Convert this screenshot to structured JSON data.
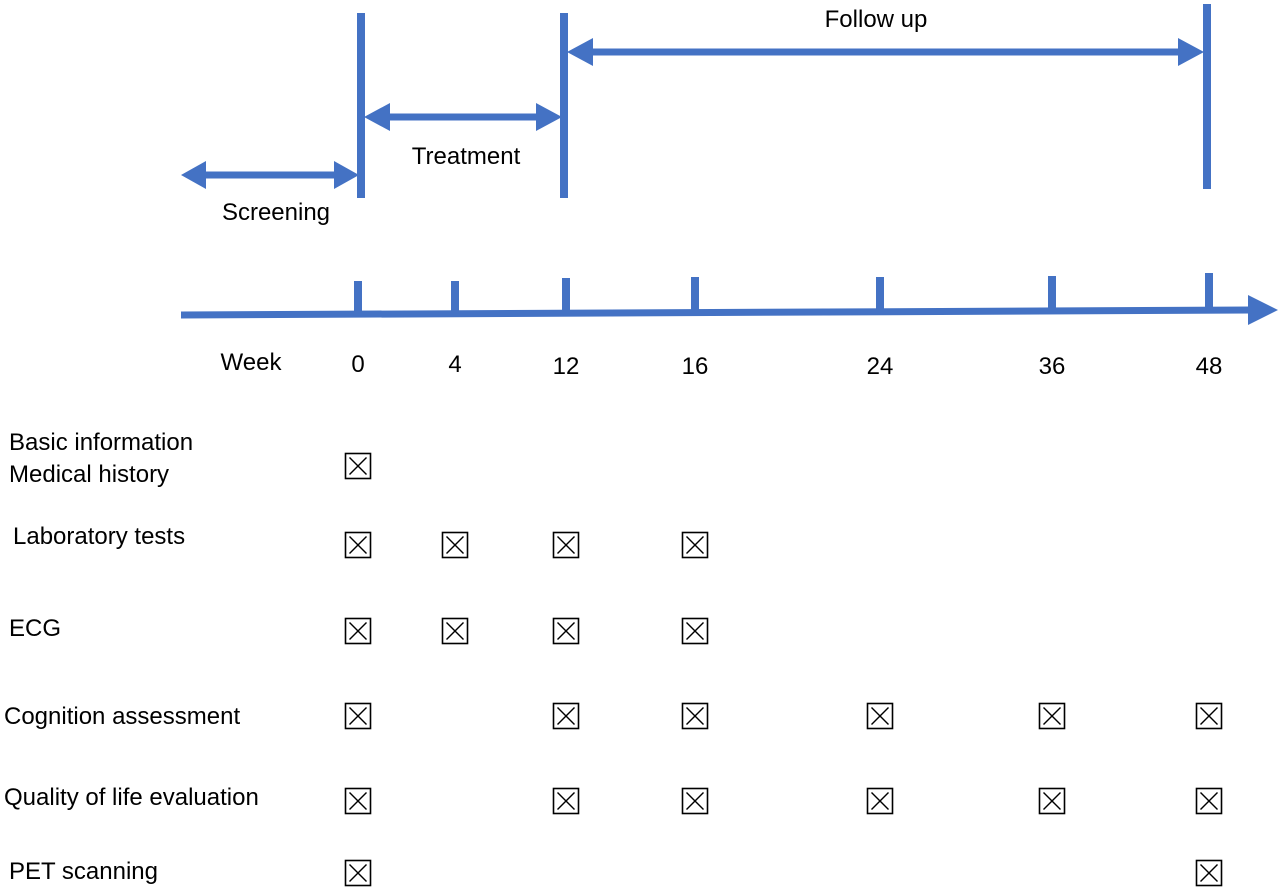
{
  "colors": {
    "accent": "#4472C4",
    "text": "#000000",
    "checkbox": "#000000"
  },
  "phases": [
    {
      "label": "Screening"
    },
    {
      "label": "Treatment"
    },
    {
      "label": "Follow up"
    }
  ],
  "timeline": {
    "axis_label": "Week",
    "weeks": [
      "0",
      "4",
      "12",
      "16",
      "24",
      "36",
      "48"
    ]
  },
  "schedule": [
    {
      "lines": [
        "Basic information",
        "Medical history"
      ],
      "weeks": [
        "0"
      ]
    },
    {
      "lines": [
        "Laboratory tests"
      ],
      "weeks": [
        "0",
        "4",
        "12",
        "16"
      ]
    },
    {
      "lines": [
        "ECG"
      ],
      "weeks": [
        "0",
        "4",
        "12",
        "16"
      ]
    },
    {
      "lines": [
        "Cognition assessment"
      ],
      "weeks": [
        "0",
        "12",
        "16",
        "24",
        "36",
        "48"
      ]
    },
    {
      "lines": [
        "Quality of life evaluation"
      ],
      "weeks": [
        "0",
        "12",
        "16",
        "24",
        "36",
        "48"
      ]
    },
    {
      "lines": [
        "PET scanning"
      ],
      "weeks": [
        "0",
        "48"
      ]
    }
  ]
}
